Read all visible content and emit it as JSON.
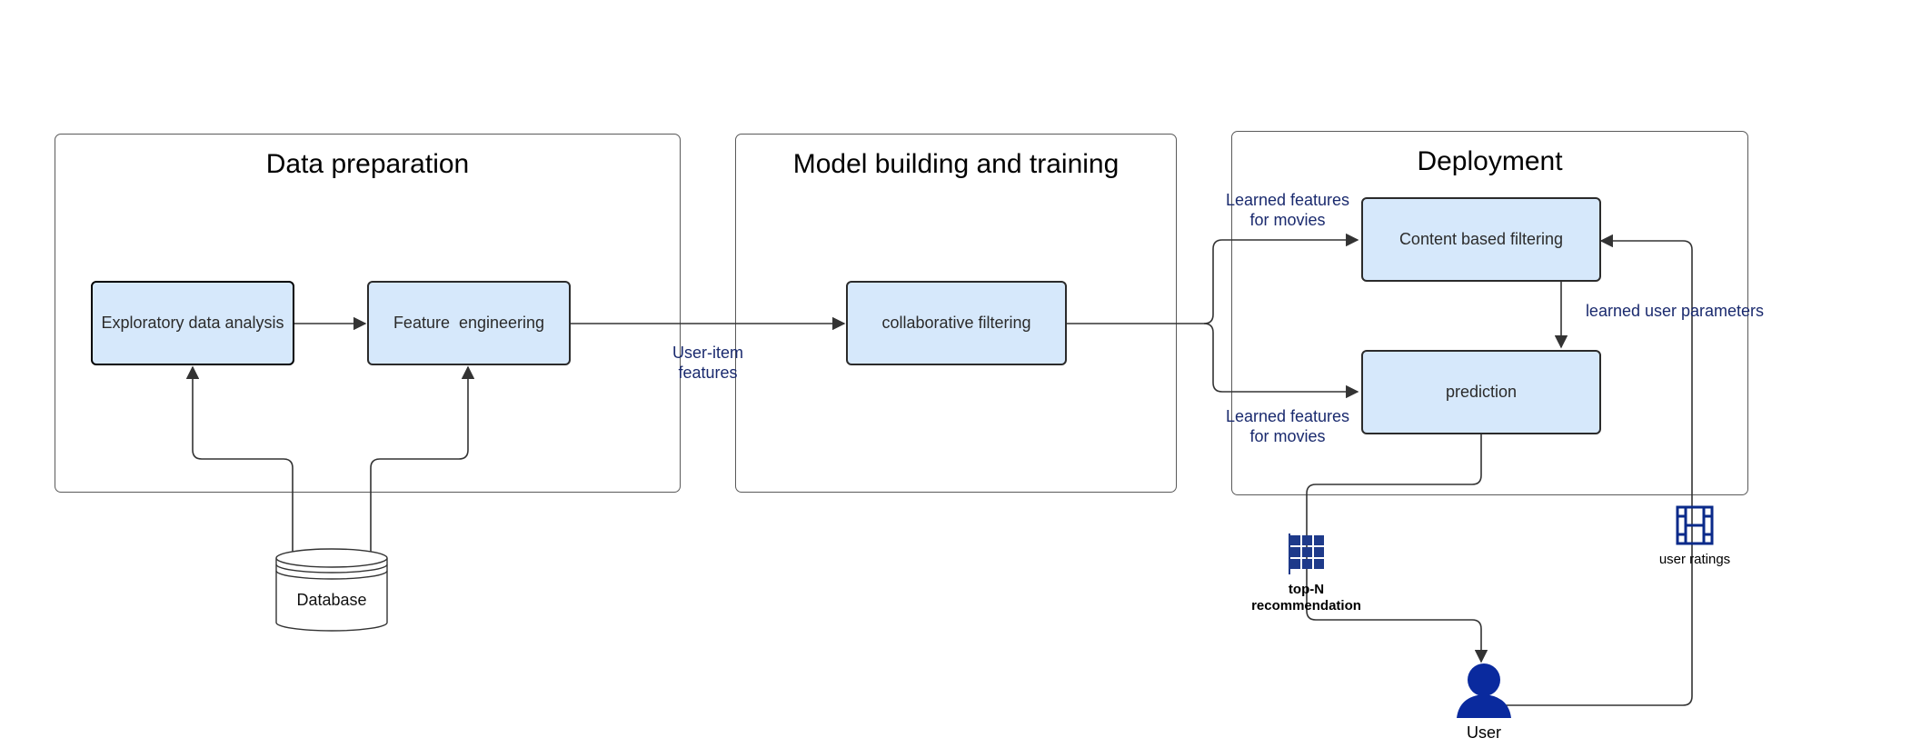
{
  "panels": {
    "data_preparation": "Data preparation",
    "model_building": "Model building and training",
    "deployment": "Deployment"
  },
  "boxes": {
    "eda": "Exploratory data analysis",
    "feature_engineering": "Feature  engineering",
    "collaborative_filtering": "collaborative filtering",
    "content_based_filtering": "Content based filtering",
    "prediction": "prediction"
  },
  "labels": {
    "user_item_features_1": "User-item",
    "user_item_features_2": "features",
    "learned_features_top_1": "Learned features",
    "learned_features_top_2": "for movies",
    "learned_features_bottom_1": "Learned features",
    "learned_features_bottom_2": "for movies",
    "learned_user_parameters": "learned user parameters",
    "top_n_1": "top-N",
    "top_n_2": "recommendation",
    "user_ratings": "user ratings",
    "user": "User",
    "database": "Database"
  },
  "icons": {
    "grid": "grid-icon",
    "film": "film-icon",
    "user": "user-icon",
    "database": "database-icon"
  },
  "colors": {
    "box_fill": "#d6e8fb",
    "label_text": "#1a2a6e",
    "icon_blue": "#0a2a8a",
    "line": "#333333"
  }
}
